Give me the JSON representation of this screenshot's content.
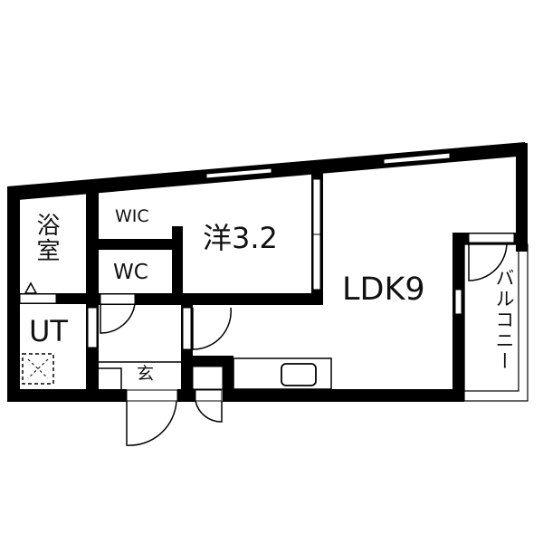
{
  "floorplan": {
    "rooms": {
      "bath": "浴室",
      "wic": "WIC",
      "wc": "WC",
      "western_room": "洋3.2",
      "ldk": "LDK9",
      "ut": "UT",
      "entrance": "玄",
      "balcony": "バルコニー"
    },
    "colors": {
      "wall": "#000000",
      "background": "#ffffff",
      "line": "#111111"
    }
  }
}
